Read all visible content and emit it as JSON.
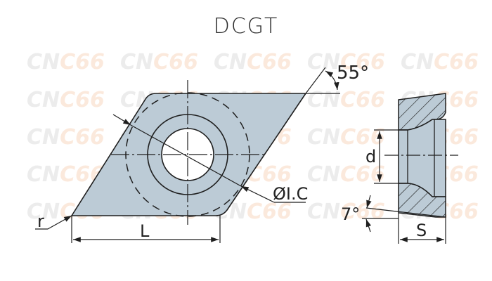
{
  "title": "DCGT",
  "watermark": {
    "text_a": "CN",
    "text_b": "C66",
    "color_a": "#ececec",
    "color_b": "#fbe9dc",
    "rows_y": [
      98,
      152,
      205,
      258,
      311
    ],
    "cols_x": [
      38,
      171,
      304,
      437,
      570
    ]
  },
  "colors": {
    "insert_fill": "#bccbd6",
    "line": "#1f1f1f",
    "background": "#ffffff"
  },
  "labels": {
    "angle_top": "55°",
    "inscribed_circle": "ØI.C",
    "corner_radius": "r",
    "length": "L",
    "hole_diameter": "d",
    "clearance_angle": "7°",
    "thickness": "S"
  }
}
